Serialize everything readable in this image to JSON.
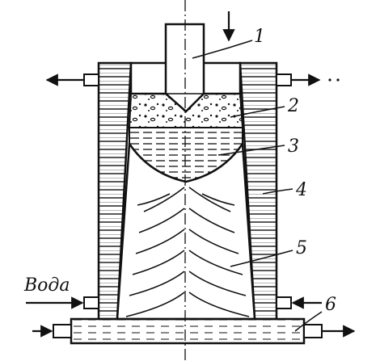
{
  "labels": {
    "l1": "1",
    "l2": "2",
    "l3": "3",
    "l4": "4",
    "l5": "5",
    "l6": "6",
    "water": "Вода"
  },
  "colors": {
    "ink": "#111111",
    "paper": "#ffffff"
  }
}
